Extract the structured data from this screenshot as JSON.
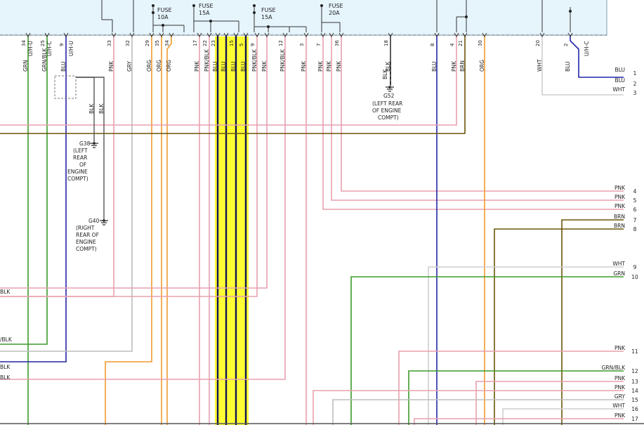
{
  "diagram": {
    "fuses": [
      {
        "line1": "FUSE",
        "line2": "10A"
      },
      {
        "line1": "FUSE",
        "line2": "15A"
      },
      {
        "line1": "FUSE",
        "line2": "15A"
      },
      {
        "line1": "FUSE",
        "line2": "20A"
      }
    ],
    "colors": {
      "GRN": "#3c9a2a",
      "GRN/BLK": "#3c9a2a",
      "BLU": "#2424a8",
      "PNK": "#e8a0ae",
      "GRY": "#bdbdbd",
      "ORG": "#f09a2c",
      "PNK/BLK": "#e8a0ae",
      "BRN": "#6b5508",
      "BLK": "#333333",
      "WHT": "#cfcfcf",
      "highlight": "#ffff33"
    },
    "wires": [
      {
        "pin": "34",
        "color": "GRN"
      },
      {
        "pin": "25",
        "color": "GRN/BLK"
      },
      {
        "pin": "9",
        "color": "BLU"
      },
      {
        "pin": "33",
        "color": "PNK"
      },
      {
        "pin": "32",
        "color": "GRY"
      },
      {
        "pin": "29",
        "color": "ORG"
      },
      {
        "pin": "35",
        "color": "ORG"
      },
      {
        "pin": "34",
        "color": "ORG"
      },
      {
        "pin": "17",
        "color": "PNK"
      },
      {
        "pin": "22",
        "color": "PNK/BLK"
      },
      {
        "pin": "23",
        "color": "BLU"
      },
      {
        "pin": "",
        "color": "BLU"
      },
      {
        "pin": "15",
        "color": "BLU"
      },
      {
        "pin": "5",
        "color": "BLU"
      },
      {
        "pin": "9",
        "color": "PNK/BLK"
      },
      {
        "pin": "",
        "color": "PNK"
      },
      {
        "pin": "12",
        "color": "PNK/BLK"
      },
      {
        "pin": "3",
        "color": "PNK"
      },
      {
        "pin": "7",
        "color": "PNK"
      },
      {
        "pin": "",
        "color": "PNK"
      },
      {
        "pin": "36",
        "color": "PNK"
      },
      {
        "pin": "18",
        "color": "BLK"
      },
      {
        "pin": "8",
        "color": "BLU"
      },
      {
        "pin": "4",
        "color": "PNK"
      },
      {
        "pin": "21",
        "color": "BRN"
      },
      {
        "pin": "30",
        "color": "ORG"
      },
      {
        "pin": "20",
        "color": "WHT"
      },
      {
        "pin": "2",
        "color": "BLU"
      }
    ],
    "connector_tags": [
      "U/H-U",
      "U/H-C",
      "U/H-U",
      "U/H-C"
    ],
    "grounds": [
      {
        "id": "G38",
        "lines": [
          "(LEFT",
          "REAR",
          "OF",
          "ENGINE",
          "COMPT)"
        ]
      },
      {
        "id": "G40",
        "lines": [
          "(RIGHT",
          "REAR OF",
          "ENGINE",
          "COMPT)"
        ]
      },
      {
        "id": "G52",
        "lines": [
          "(LEFT REAR",
          "OF ENGINE",
          "COMPT)"
        ]
      }
    ],
    "ground_wire_labels": [
      "BLK",
      "BLK",
      "BLK"
    ],
    "right_terminals": [
      {
        "num": "1",
        "color": "BLU"
      },
      {
        "num": "2",
        "color": "BLU"
      },
      {
        "num": "3",
        "color": "WHT"
      },
      {
        "num": "4",
        "color": "PNK"
      },
      {
        "num": "5",
        "color": "PNK"
      },
      {
        "num": "6",
        "color": "PNK"
      },
      {
        "num": "7",
        "color": "BRN"
      },
      {
        "num": "8",
        "color": "BRN"
      },
      {
        "num": "9",
        "color": "WHT"
      },
      {
        "num": "10",
        "color": "GRN"
      },
      {
        "num": "11",
        "color": "PNK"
      },
      {
        "num": "12",
        "color": "GRN/BLK"
      },
      {
        "num": "13",
        "color": "PNK"
      },
      {
        "num": "14",
        "color": "PNK"
      },
      {
        "num": "15",
        "color": "GRY"
      },
      {
        "num": "16",
        "color": "WHT"
      },
      {
        "num": "17",
        "color": "PNK"
      }
    ],
    "left_labels": [
      "BLK",
      "/BLK",
      "BLK",
      "BLK"
    ]
  }
}
